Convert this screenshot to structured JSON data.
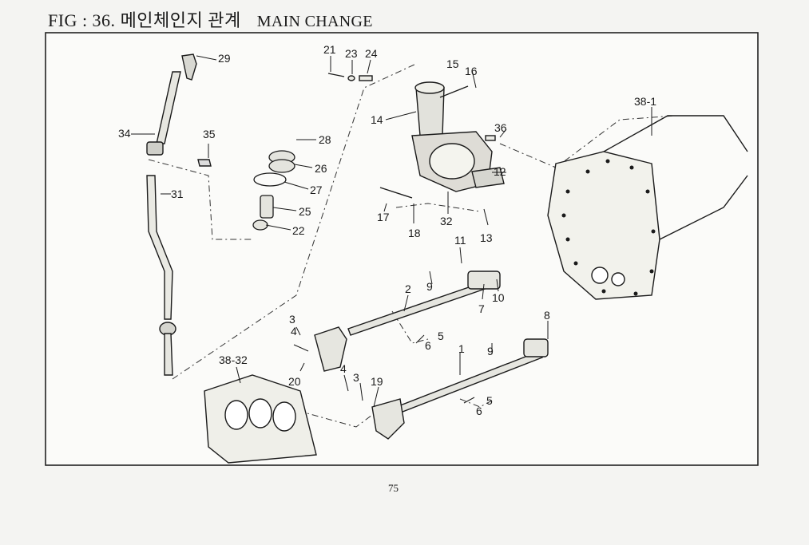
{
  "header": {
    "figure": "FIG : 36.",
    "title_korean": "메인체인지 관계",
    "title_english": "MAIN CHANGE"
  },
  "callouts": {
    "p1": "1",
    "p2": "2",
    "p3a": "3",
    "p3b": "3",
    "p4a": "4",
    "p4b": "4",
    "p5a": "5",
    "p5b": "5",
    "p6a": "6",
    "p6b": "6",
    "p7": "7",
    "p8": "8",
    "p9a": "9",
    "p9b": "9",
    "p10": "10",
    "p11": "11",
    "p12": "12",
    "p13": "13",
    "p14": "14",
    "p15": "15",
    "p16": "16",
    "p17": "17",
    "p18": "18",
    "p19": "19",
    "p20": "20",
    "p21": "21",
    "p22": "22",
    "p23": "23",
    "p24": "24",
    "p25": "25",
    "p26": "26",
    "p27": "27",
    "p28": "28",
    "p29": "29",
    "p31": "31",
    "p32": "32",
    "p34": "34",
    "p35": "35",
    "p36": "36",
    "p38_1": "38-1",
    "p38_32": "38-32"
  },
  "footer": {
    "page_number": "75"
  }
}
